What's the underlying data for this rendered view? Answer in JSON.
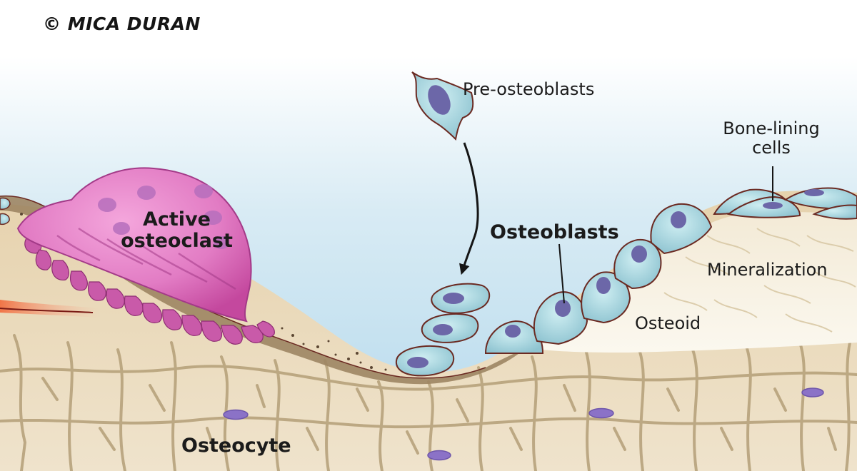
{
  "copyright": "© MICA DURAN",
  "labels": {
    "pre_osteoblasts": "Pre-osteoblasts",
    "bone_lining_line1": "Bone-lining",
    "bone_lining_line2": "cells",
    "active_line1": "Active",
    "active_line2": "osteoclast",
    "osteoblasts": "Osteoblasts",
    "mineralization": "Mineralization",
    "osteoid": "Osteoid",
    "osteocyte": "Osteocyte"
  },
  "colors": {
    "sky_top": "#ffffff",
    "sky_bottom": "#b9dcef",
    "bone": "#eadbbf",
    "canaliculi": "#b8a37d",
    "resorption_zone": "#a08867",
    "osteoclast": "#e07fc3",
    "osteoclast_shadow": "#b43b8e",
    "osteoclast_nucleus": "#b76fbd",
    "osteoblast_cell": "#a8d6de",
    "osteoblast_nucleus": "#6c67a8",
    "osteoid": "#f6f0e1",
    "cell_outline": "#6b2a22",
    "osteocyte": "#8b72c7"
  }
}
